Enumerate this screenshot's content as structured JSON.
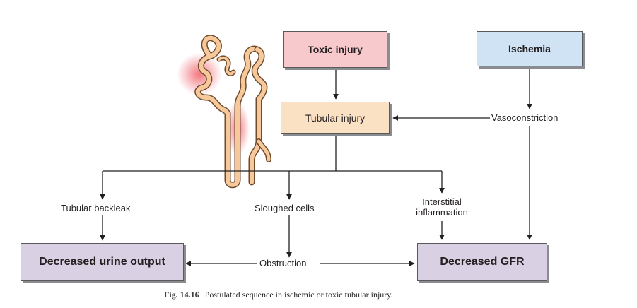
{
  "colors": {
    "toxic_fill": "#f7c9cc",
    "ischemia_fill": "#cfe3f5",
    "tubular_fill": "#fbe1c4",
    "outcome_fill": "#d9d0e4",
    "line": "#231f20",
    "nephron_fill": "#f6c89a",
    "glow": "#ee4a55"
  },
  "icons": [
    "nephron-illustration"
  ],
  "nodes": {
    "toxic": "Toxic injury",
    "ischemia": "Ischemia",
    "tubular_injury": "Tubular injury",
    "decreased_urine": "Decreased urine output",
    "decreased_gfr": "Decreased GFR"
  },
  "labels": {
    "vasoconstriction": "Vasoconstriction",
    "tubular_backleak": "Tubular backleak",
    "sloughed_cells": "Sloughed cells",
    "interstitial_1": "Interstitial",
    "interstitial_2": "inflammation",
    "obstruction": "Obstruction"
  },
  "caption": {
    "figure_number": "Fig. 14.16",
    "text": "Postulated sequence in ischemic or toxic tubular injury."
  }
}
